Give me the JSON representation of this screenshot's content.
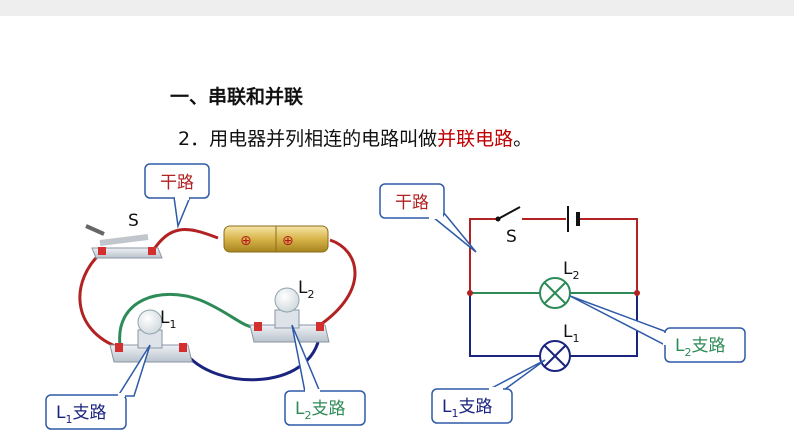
{
  "heading": "一、串联和并联",
  "point": {
    "number": "2",
    "sep": "．",
    "text_before": "用电器并列相连的电路叫做",
    "highlight": "并联电路",
    "end": "。"
  },
  "left_circuit": {
    "trunk_callout": "干路",
    "switch_label": "S",
    "lamp1_label": "L",
    "lamp1_sub": "1",
    "lamp2_label": "L",
    "lamp2_sub": "2",
    "branch1_callout_main": "L",
    "branch1_callout_sub": "1",
    "branch1_callout_tail": "支路",
    "branch2_callout_main": "L",
    "branch2_callout_sub": "2",
    "branch2_callout_tail": "支路",
    "battery_symbol": "⊕"
  },
  "right_circuit": {
    "trunk_callout": "干路",
    "switch_label": "S",
    "lamp1_label": "L",
    "lamp1_sub": "1",
    "lamp2_label": "L",
    "lamp2_sub": "2",
    "branch1_callout_main": "L",
    "branch1_callout_sub": "1",
    "branch1_callout_tail": "支路",
    "branch2_callout_main": "L",
    "branch2_callout_sub": "2",
    "branch2_callout_tail": "支路"
  },
  "colors": {
    "trunk": "#b22222",
    "branch_green": "#2e8b57",
    "branch_blue": "#1a237e",
    "callout_border": "#2e5aa8",
    "highlight_text": "#c00000"
  }
}
